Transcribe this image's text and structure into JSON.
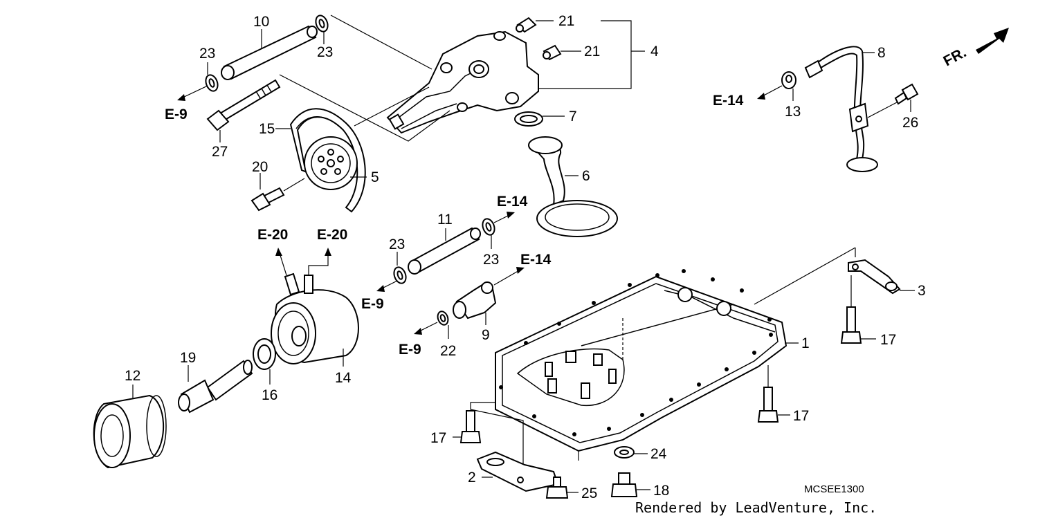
{
  "parts": {
    "p1": "1",
    "p2": "2",
    "p3": "3",
    "p4": "4",
    "p5": "5",
    "p6": "6",
    "p7": "7",
    "p8": "8",
    "p9": "9",
    "p10": "10",
    "p11": "11",
    "p12": "12",
    "p13": "13",
    "p14": "14",
    "p15": "15",
    "p16": "16",
    "p17a": "17",
    "p17b": "17",
    "p17c": "17",
    "p18": "18",
    "p19": "19",
    "p20": "20",
    "p21a": "21",
    "p21b": "21",
    "p22": "22",
    "p23a": "23",
    "p23b": "23",
    "p23c": "23",
    "p23d": "23",
    "p24": "24",
    "p25": "25",
    "p26": "26",
    "p27": "27"
  },
  "refs": {
    "e9_top": "E-9",
    "e9_mid": "E-9",
    "e9_low": "E-9",
    "e14_dipstick": "E-14",
    "e14_pipe": "E-14",
    "e14_valve": "E-14",
    "e20_left": "E-20",
    "e20_right": "E-20"
  },
  "fr_label": "FR.",
  "diagram_code": "MCSEE1300",
  "credit": "Rendered by LeadVenture, Inc."
}
